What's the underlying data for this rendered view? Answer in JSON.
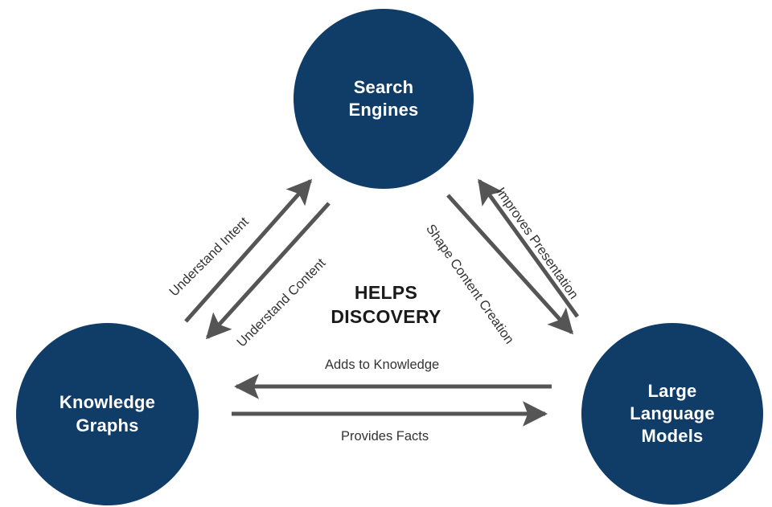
{
  "diagram": {
    "title": "HELPS\nDISCOVERY",
    "center_text": "HELPS\nDISCOVERY",
    "colors": {
      "node_fill": "#103D68",
      "node_text": "#ffffff",
      "arrow": "#555555",
      "label_text": "#333333",
      "center_text": "#1a1a1a",
      "background": "#ffffff"
    },
    "nodes": [
      {
        "id": "search-engines",
        "label": "Search\nEngines",
        "position": "top"
      },
      {
        "id": "knowledge-graphs",
        "label": "Knowledge\nGraphs",
        "position": "bottom-left"
      },
      {
        "id": "large-language-models",
        "label": "Large\nLanguage\nModels",
        "position": "bottom-right"
      }
    ],
    "edges": [
      {
        "id": "understand-intent",
        "label": "Understand Intent",
        "from": "knowledge-graphs",
        "to": "search-engines",
        "direction": "up-right"
      },
      {
        "id": "understand-content",
        "label": "Understand Content",
        "from": "search-engines",
        "to": "knowledge-graphs",
        "direction": "down-left"
      },
      {
        "id": "improves-presentation",
        "label": "Improves Presentation",
        "from": "large-language-models",
        "to": "search-engines",
        "direction": "up-left"
      },
      {
        "id": "shape-content-creation",
        "label": "Shape Content Creation",
        "from": "search-engines",
        "to": "large-language-models",
        "direction": "down-right"
      },
      {
        "id": "adds-to-knowledge",
        "label": "Adds to Knowledge",
        "from": "large-language-models",
        "to": "knowledge-graphs",
        "direction": "left"
      },
      {
        "id": "provides-facts",
        "label": "Provides Facts",
        "from": "knowledge-graphs",
        "to": "large-language-models",
        "direction": "right"
      }
    ]
  }
}
